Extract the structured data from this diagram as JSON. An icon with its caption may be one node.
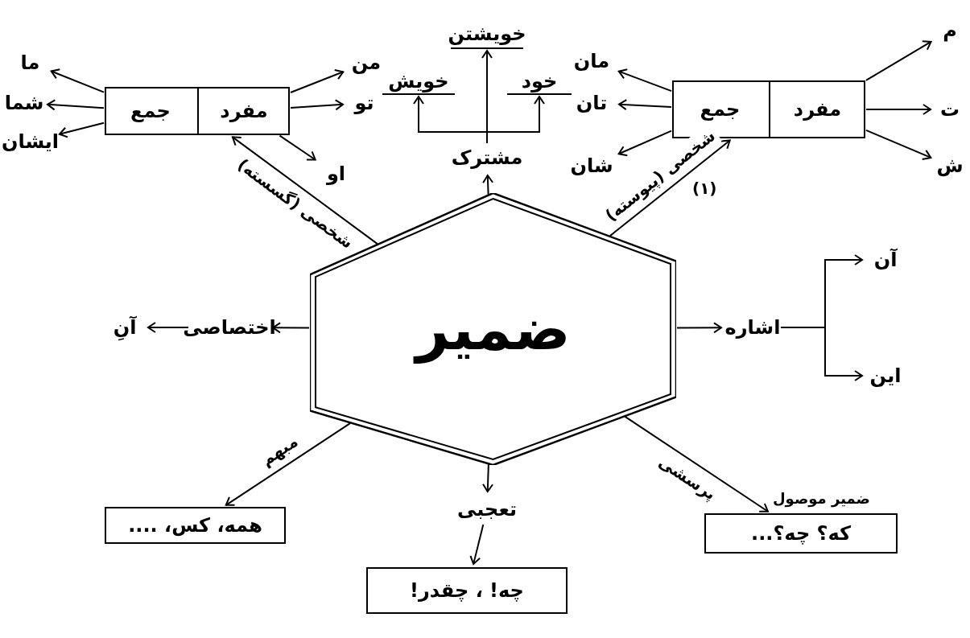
{
  "diagram": {
    "nodes": [
      {
        "text": [
          "ضمیر"
        ]
      },
      {
        "text": [
          "مشترک"
        ]
      },
      {
        "text": [
          "خویش"
        ]
      },
      {
        "text": [
          "خویشتن"
        ]
      },
      {
        "text": [
          "خود"
        ]
      },
      {
        "text": [],
        "shape": "box"
      },
      {
        "text": [
          "جمع"
        ],
        "in": 5
      },
      {
        "text": [
          "مفرد"
        ],
        "in": 5
      },
      {
        "text": [
          "من"
        ]
      },
      {
        "text": [
          "تو"
        ]
      },
      {
        "text": [
          "او"
        ]
      },
      {
        "text": [
          "ما"
        ]
      },
      {
        "text": [
          "شما"
        ]
      },
      {
        "text": [
          "ایشان"
        ]
      },
      {
        "text": [],
        "shape": "box"
      },
      {
        "text": [
          "جمع"
        ],
        "in": 14
      },
      {
        "text": [
          "مفرد"
        ],
        "in": 14
      },
      {
        "text": [
          "م"
        ]
      },
      {
        "text": [
          "ت"
        ]
      },
      {
        "text": [
          "ش"
        ]
      },
      {
        "text": [
          "مان"
        ]
      },
      {
        "text": [
          "تان"
        ]
      },
      {
        "text": [
          "شان"
        ]
      },
      {
        "text": [
          "اختصاصی"
        ]
      },
      {
        "text": [
          "آنِ"
        ]
      },
      {
        "text": [
          "اشاره"
        ]
      },
      {
        "text": [
          "آن"
        ]
      },
      {
        "text": [
          "این"
        ]
      },
      {
        "text": [
          "همه، کس، ...."
        ]
      },
      {
        "text": [
          "تعجبی"
        ]
      },
      {
        "text": [
          "چه! ، چقدر!"
        ]
      },
      {
        "text": [
          "که؟ چه؟..."
        ],
        "beside": [
          "ضمیر موصول"
        ]
      }
    ],
    "edges": [
      {
        "from": 0,
        "to": 1,
        "arrow": "to"
      },
      {
        "from": 1,
        "to": 2,
        "arrow": "to"
      },
      {
        "from": 1,
        "to": 3,
        "arrow": "to"
      },
      {
        "from": 1,
        "to": 4,
        "arrow": "to"
      },
      {
        "from": 0,
        "to": 5,
        "arrow": "to",
        "label": "شخصی (گسسته)"
      },
      {
        "from": 7,
        "to": 8,
        "arrow": "to"
      },
      {
        "from": 7,
        "to": 9,
        "arrow": "to"
      },
      {
        "from": 7,
        "to": 10,
        "arrow": "to"
      },
      {
        "from": 6,
        "to": 11,
        "arrow": "to"
      },
      {
        "from": 6,
        "to": 12,
        "arrow": "to"
      },
      {
        "from": 6,
        "to": 13,
        "arrow": "to"
      },
      {
        "from": 0,
        "to": 14,
        "arrow": "to",
        "label": "شخصی (پیوسته)"
      },
      {
        "from": 16,
        "to": 17,
        "arrow": "to"
      },
      {
        "from": 16,
        "to": 18,
        "arrow": "to"
      },
      {
        "from": 16,
        "to": 19,
        "arrow": "to"
      },
      {
        "from": 15,
        "to": 20,
        "arrow": "to"
      },
      {
        "from": 15,
        "to": 21,
        "arrow": "to"
      },
      {
        "from": 15,
        "to": 22,
        "arrow": "to"
      },
      {
        "from": 0,
        "to": 23,
        "arrow": "to"
      },
      {
        "from": 23,
        "to": 24,
        "arrow": "to"
      },
      {
        "from": 0,
        "to": 25,
        "arrow": "to"
      },
      {
        "from": 25,
        "to": 26,
        "arrow": "to"
      },
      {
        "from": 25,
        "to": 27,
        "arrow": "to"
      },
      {
        "from": 0,
        "to": 28,
        "arrow": "to",
        "label": "مبهم"
      },
      {
        "from": 0,
        "to": 29,
        "arrow": "to"
      },
      {
        "from": 29,
        "to": 30,
        "arrow": "to"
      },
      {
        "from": 0,
        "to": 31,
        "arrow": "to",
        "label": "پرسشی"
      }
    ],
    "labels": [
      "(۱)"
    ]
  }
}
